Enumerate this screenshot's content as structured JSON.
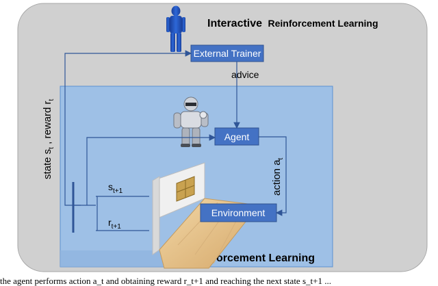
{
  "outer_title": {
    "bold": "Interactive",
    "rest": "Reinforcement Learning"
  },
  "inner_title": "Reinforcement Learning",
  "boxes": {
    "trainer": "External Trainer",
    "agent": "Agent",
    "environment": "Environment"
  },
  "labels": {
    "advice": "advice",
    "state_reward": "state s",
    "state_sub": "t",
    "reward_mid": " , reward r",
    "reward_sub": "t",
    "action": "action a",
    "action_sub": "t",
    "s_next": "s",
    "s_next_sub": "t+1",
    "r_next": "r",
    "r_next_sub": "t+1"
  },
  "caption": "the agent performs action a_t and obtaining reward r_t+1 and reaching the next state s_t+1 ...",
  "colors": {
    "outer_bg": "#d0d0d0",
    "inner_bg": "#9ec0e6",
    "box_fill": "#4472c4",
    "box_stroke": "#2f528f",
    "line": "#2f5597",
    "person": "#1f4fb4"
  }
}
